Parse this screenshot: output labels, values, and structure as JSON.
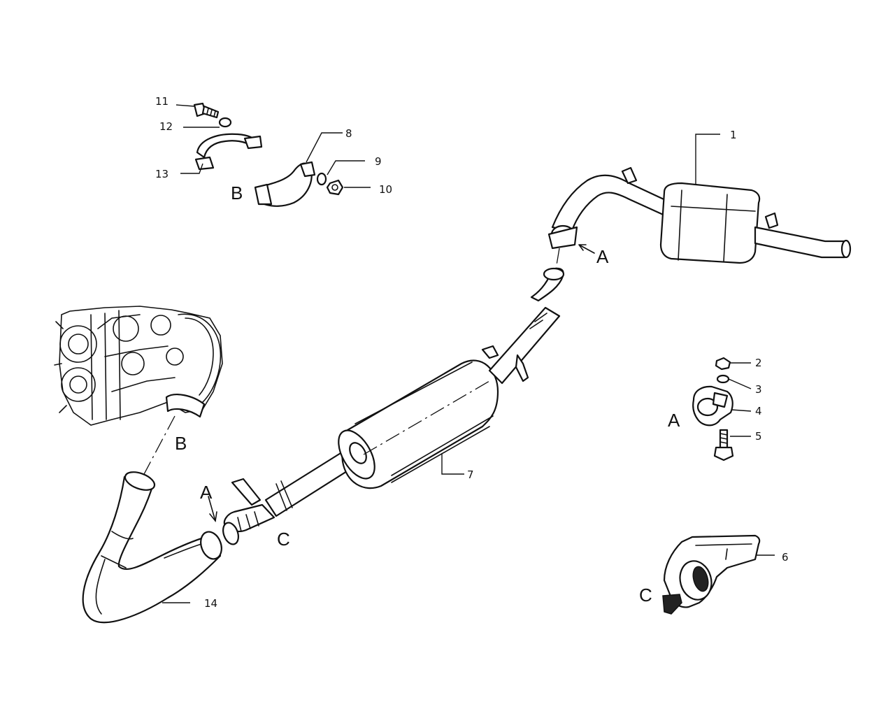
{
  "callouts": {
    "n1": "1",
    "n2": "2",
    "n3": "3",
    "n4": "4",
    "n5": "5",
    "n6": "6",
    "n7": "7",
    "n8": "8",
    "n9": "9",
    "n10": "10",
    "n11": "11",
    "n12": "12",
    "n13": "13",
    "n14": "14"
  },
  "detail_letters": {
    "a_rear": "A",
    "a_front": "A",
    "a_detail": "A",
    "b_detail": "B",
    "b_turbo": "B",
    "c_front": "C",
    "c_detail": "C"
  }
}
